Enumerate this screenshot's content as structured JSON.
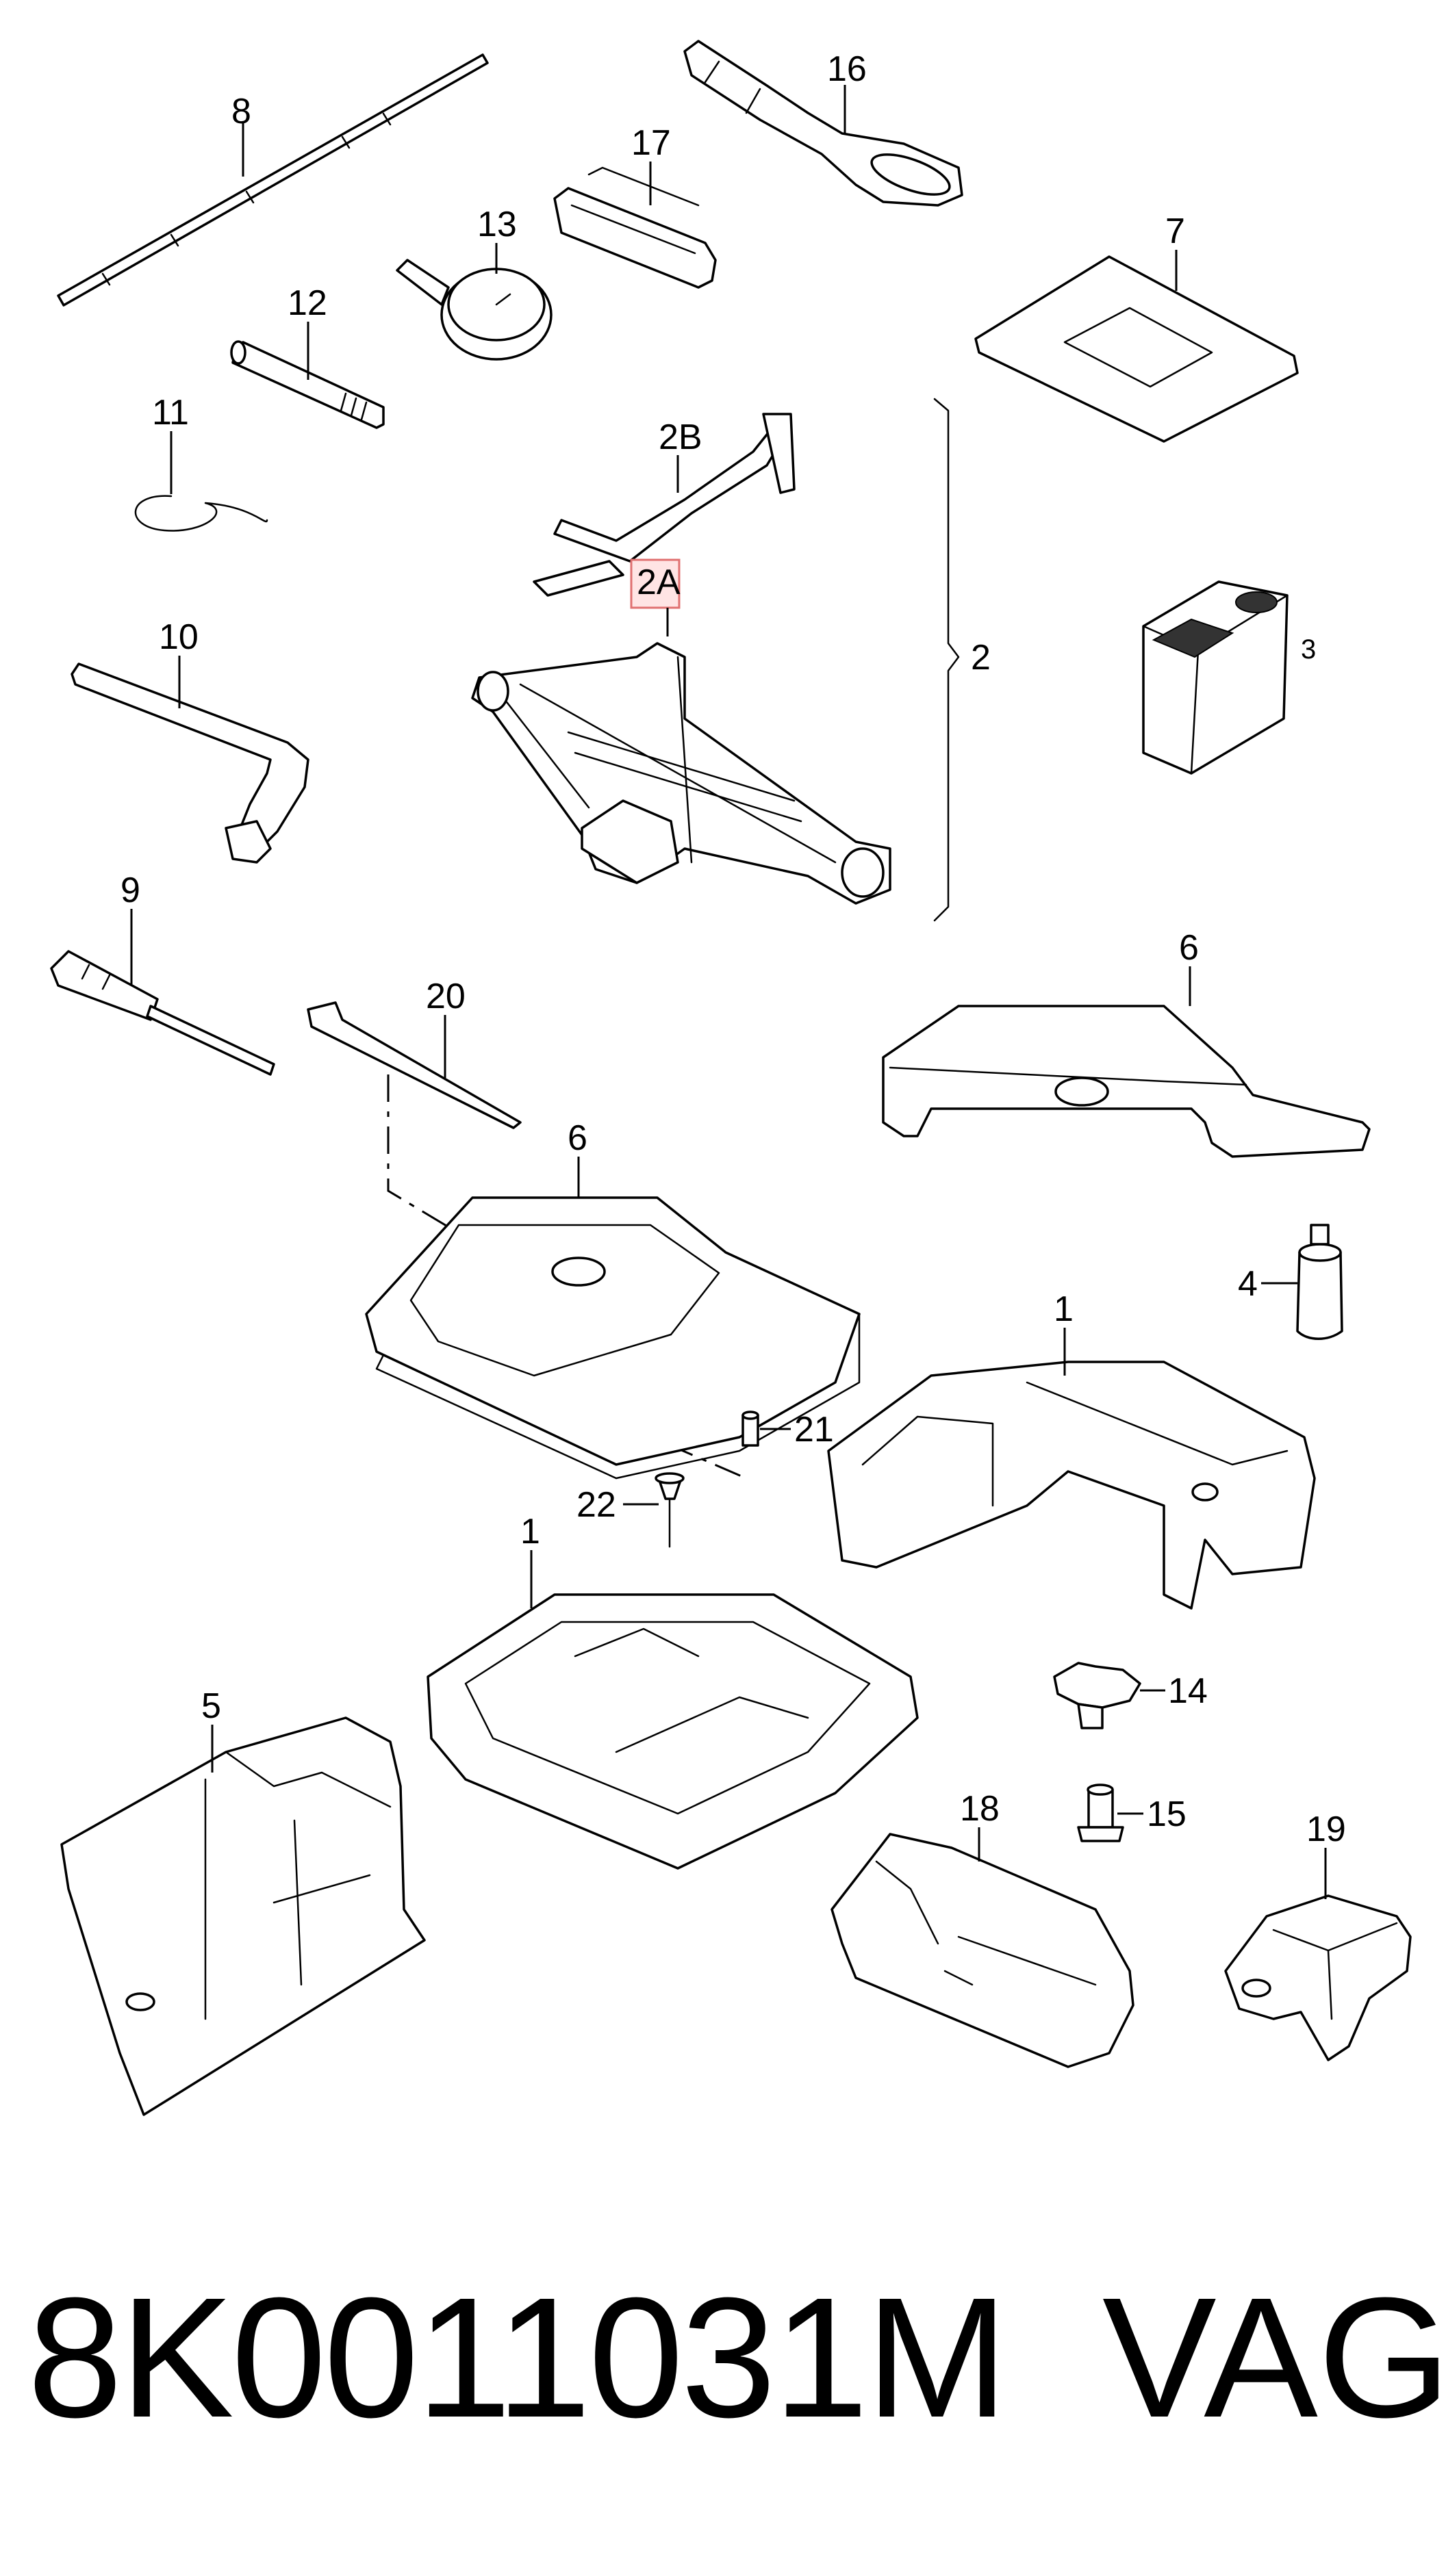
{
  "callouts": {
    "c1": "1",
    "c1b": "1",
    "c2": "2",
    "c2a": "2A",
    "c2b": "2B",
    "c3": "3",
    "c4": "4",
    "c5": "5",
    "c6": "6",
    "c6b": "6",
    "c7": "7",
    "c8": "8",
    "c9": "9",
    "c10": "10",
    "c11": "11",
    "c12": "12",
    "c13": "13",
    "c14": "14",
    "c15": "15",
    "c16": "16",
    "c17": "17",
    "c18": "18",
    "c19": "19",
    "c20": "20",
    "c21": "21",
    "c22": "22"
  },
  "footer": {
    "part_number": "8K0011031M",
    "brand": "VAG"
  },
  "colors": {
    "line": "#000000",
    "background": "#ffffff",
    "highlight_fill": "#ffe4e4",
    "highlight_stroke": "#e07070"
  }
}
